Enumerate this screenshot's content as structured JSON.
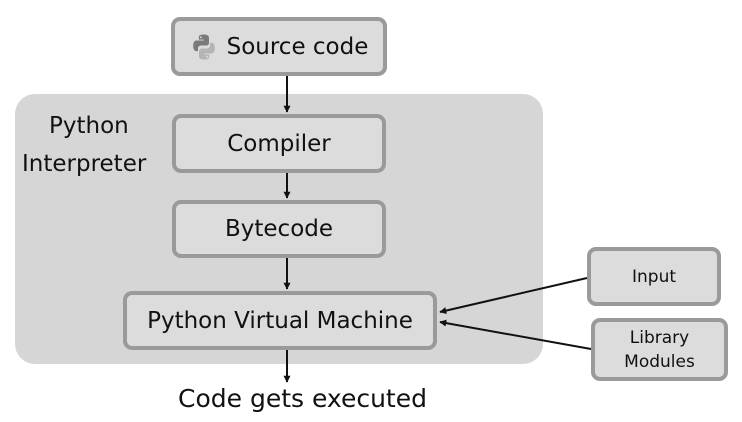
{
  "source": {
    "label": "Source code",
    "icon": "python-logo-icon"
  },
  "interpreter": {
    "label_line1": "Python",
    "label_line2": "Interpreter"
  },
  "steps": {
    "compiler": "Compiler",
    "bytecode": "Bytecode",
    "pvm": "Python Virtual Machine"
  },
  "inputs": {
    "input": "Input",
    "library_line1": "Library",
    "library_line2": "Modules"
  },
  "output": {
    "label": "Code gets executed"
  },
  "colors": {
    "panel": "#d6d6d6",
    "box_fill": "#dcdcdc",
    "box_border": "#9a9a9a",
    "arrow": "#111111"
  }
}
